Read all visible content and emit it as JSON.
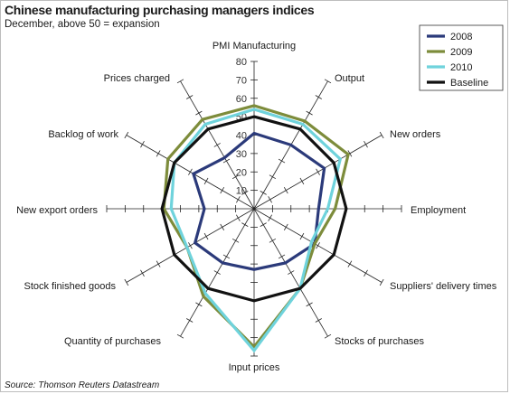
{
  "title": "Chinese manufacturing purchasing managers indices",
  "subtitle": "December, above 50 = expansion",
  "source": "Source: Thomson Reuters Datastream",
  "chart_data": {
    "type": "radar",
    "axes": [
      "PMI Manufacturing",
      "Output",
      "New orders",
      "Employment",
      "Suppliers' delivery times",
      "Stocks of purchases",
      "Input prices",
      "Quantity of purchases",
      "Stock finished goods",
      "New export orders",
      "Backlog of work",
      "Prices charged"
    ],
    "axis_ticks": [
      "10",
      "20",
      "30",
      "40",
      "50",
      "60",
      "70",
      "80"
    ],
    "rlim": [
      0,
      80
    ],
    "legend_position": "top-right",
    "series": [
      {
        "name": "2008",
        "color": "#2b3a7a",
        "values": [
          41,
          40,
          44,
          35,
          38,
          34,
          33,
          34,
          37,
          27,
          38,
          32
        ]
      },
      {
        "name": "2009",
        "color": "#7d8c3b",
        "values": [
          56,
          55,
          59,
          44,
          38,
          50,
          75,
          55,
          42,
          49,
          54,
          56
        ]
      },
      {
        "name": "2010",
        "color": "#6fd3dc",
        "values": [
          54,
          53,
          54,
          40,
          36,
          50,
          77,
          53,
          42,
          45,
          50,
          53
        ]
      },
      {
        "name": "Baseline",
        "color": "#111111",
        "values": [
          50,
          50,
          50,
          50,
          50,
          50,
          50,
          50,
          50,
          50,
          50,
          50
        ]
      }
    ]
  }
}
